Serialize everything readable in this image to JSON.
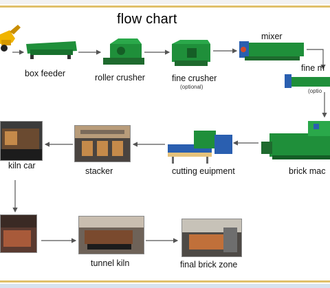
{
  "title": "flow chart",
  "stages": {
    "box_feeder": "box feeder",
    "roller_crusher": "roller crusher",
    "fine_crusher": "fine crusher",
    "fine_crusher_note": "(optional)",
    "mixer": "mixer",
    "fine_mixer": "fine m",
    "fine_mixer_note": "(optio",
    "kiln_car": "kiln car",
    "stacker": "stacker",
    "cutting_equipment": "cutting euipment",
    "brick_machine": "brick mac",
    "tunnel_kiln": "tunnel kiln",
    "final_brick_zone": "final brick zone"
  },
  "colors": {
    "machine_green": "#1f8f3a",
    "machine_dark": "#1e6a2e",
    "machine_blue": "#2a5fb0",
    "arrow": "#555555",
    "loader_yellow": "#f0b400",
    "frame_gold": "#e0c06a"
  }
}
